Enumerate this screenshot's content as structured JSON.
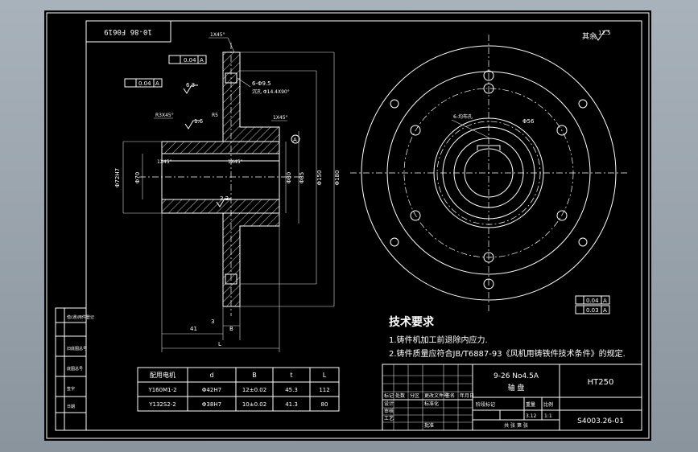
{
  "drawing": {
    "code_stamp": "10-86 F0619",
    "roughness_note": "其余",
    "roughness_value": "12.5",
    "tolerance_flat_top": "0.04",
    "tolerance_flat_top_datum": "A",
    "tolerance_flat_left": "0.04",
    "tolerance_flat_left_datum": "A",
    "surface_63": "6.3",
    "surface_16": "1.6",
    "surface_32": "3.2",
    "chamfer_top": "1X45°",
    "chamfer_r": "R3X45°",
    "chamfer_mid": "1X45°",
    "chamfer_small": "1X45°",
    "chamfer_right": "1X45°",
    "r_label": "R5",
    "holes_note": "6-Φ9.5",
    "holes_note2": "沉孔 Φ14.4X90°",
    "dim_keyway": "Φ72H7",
    "dim_bore": "Φ70",
    "dim_d1": "Φ80",
    "dim_d2": "Φ85",
    "dim_d3": "Φ150",
    "dim_d4": "Φ180",
    "dim_41": "41",
    "dim_3": "3",
    "dim_b": "B",
    "dim_l": "L",
    "datum_a": "A",
    "center_note": "6-均布孔",
    "circle_d": "Φ56",
    "tol_right1": "0.04",
    "tol_right1_datum": "A",
    "tol_right2": "0.03",
    "tol_right2_datum": "A"
  },
  "requirements": {
    "heading": "技术要求",
    "line1": "1.铸件机加工前退除内应力.",
    "line2": "2.铸件质量应符合JB/T6887-93《风机用铸铁件技术条件》的规定."
  },
  "motor_table": {
    "headers": [
      "配用电机",
      "d",
      "B",
      "t",
      "L"
    ],
    "rows": [
      [
        "Y160M1-2",
        "Φ42H7",
        "12±0.02",
        "45.3",
        "112"
      ],
      [
        "Y132S2-2",
        "Φ38H7",
        "10±0.02",
        "41.3",
        "80"
      ]
    ]
  },
  "title_block": {
    "part_no_top": "9-26 No4.5A",
    "part_name": "轴  盘",
    "material": "HT250",
    "drawing_no": "S4003.26-01",
    "label_mark": "标记",
    "label_count": "处数",
    "label_zone": "分区",
    "label_file": "更改文件号",
    "label_sign": "签名",
    "label_date": "年月日",
    "label_design": "设计",
    "label_std": "标准化",
    "label_check": "审核",
    "label_craft": "工艺",
    "label_approve": "批准",
    "label_stage": "阶段标记",
    "label_weight": "重量",
    "label_scale": "比例",
    "weight": "3.12",
    "scale": "1:1",
    "sheet_label": "共  张  第  张"
  },
  "side_block": {
    "r1": "借(通)用件登记",
    "r2": "",
    "r3": "旧底图总号",
    "r4": "底图总号",
    "r5": "签字",
    "r6": "日期"
  }
}
